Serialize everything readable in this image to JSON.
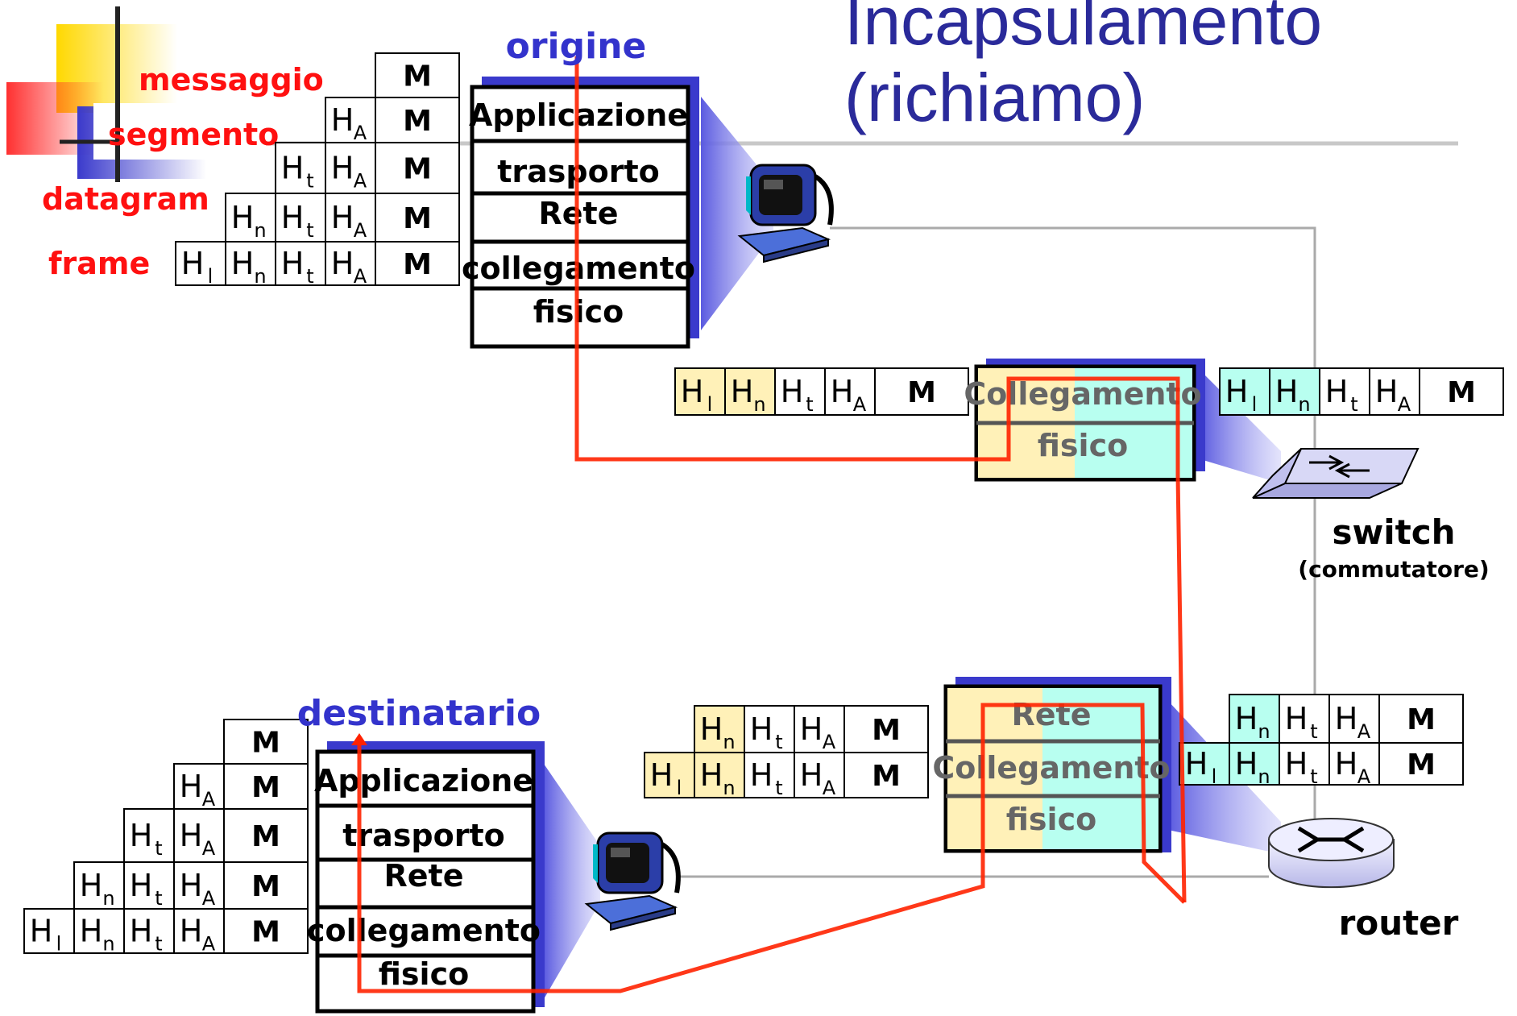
{
  "title": {
    "line1": "Incapsulamento",
    "line2": "(richiamo)"
  },
  "labels": {
    "messaggio": "messaggio",
    "segmento": "segmento",
    "datagram": "datagram",
    "frame": "frame",
    "origine": "origine",
    "destinatario": "destinatario",
    "switch": "switch",
    "switch_sub": "(commutatore)",
    "router": "router"
  },
  "stacks": {
    "origin": [
      "Applicazione",
      "trasporto",
      "Rete",
      "collegamento",
      "fisico"
    ],
    "destination": [
      "Applicazione",
      "trasporto",
      "Rete",
      "collegamento",
      "fisico"
    ],
    "switch": [
      "Collegamento",
      "fisico"
    ],
    "router": [
      "Rete",
      "Collegamento",
      "fisico"
    ]
  },
  "headers": {
    "l": {
      "main": "H",
      "sub": "l"
    },
    "n": {
      "main": "H",
      "sub": "n"
    },
    "t": {
      "main": "H",
      "sub": "t"
    },
    "a": {
      "main": "H",
      "sub": "A"
    },
    "m": "M"
  },
  "colors": {
    "title": "#2a2a9a",
    "label_red": "#ff1010",
    "label_blue": "#3333cc",
    "path_line": "#ff2200",
    "yellow_cell": "#fff1b8",
    "cyan_cell": "#b8fff0",
    "stack_shadow": "#3a3acc"
  },
  "icons": [
    "computer-icon",
    "switch-icon",
    "router-icon"
  ]
}
